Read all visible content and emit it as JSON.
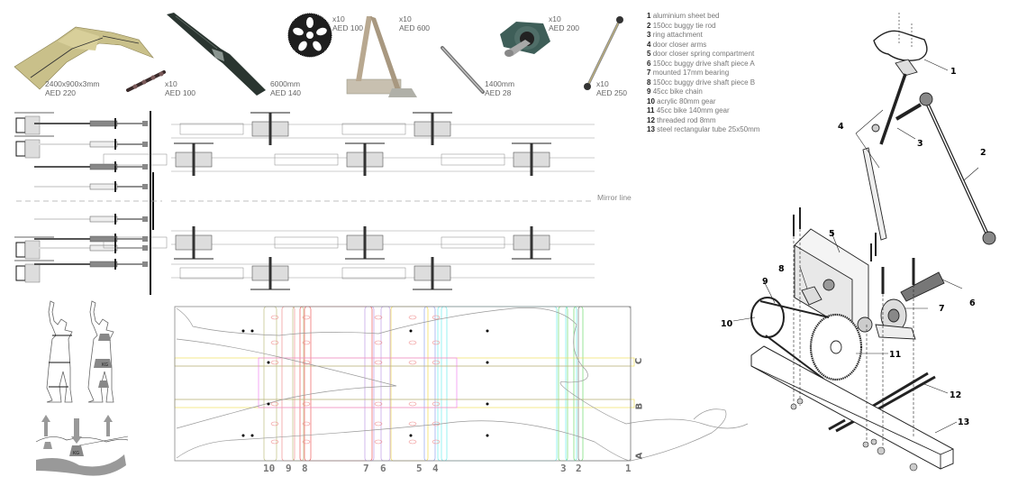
{
  "materials": [
    {
      "id": "aluminium-sheet",
      "line1": "2400x900x3mm",
      "line2": "AED 220"
    },
    {
      "id": "bike-chain",
      "line1": "x10",
      "line2": "AED 100"
    },
    {
      "id": "rectangular-tube",
      "line1": "6000mm",
      "line2": "AED 140"
    },
    {
      "id": "sprocket-gear",
      "line1": "x10",
      "line2": "AED 100"
    },
    {
      "id": "door-closer",
      "line1": "x10",
      "line2": "AED 600"
    },
    {
      "id": "threaded-rod",
      "line1": "1400mm",
      "line2": "AED 28"
    },
    {
      "id": "mounted-bearing",
      "line1": "x10",
      "line2": "AED 200"
    },
    {
      "id": "tie-rod",
      "line1": "x10",
      "line2": "AED 250"
    }
  ],
  "legend": [
    {
      "num": "1",
      "text": "aluminium sheet bed"
    },
    {
      "num": "2",
      "text": "150cc buggy tie rod"
    },
    {
      "num": "3",
      "text": "ring attachment"
    },
    {
      "num": "4",
      "text": "door closer arms"
    },
    {
      "num": "5",
      "text": "door closer spring compartment"
    },
    {
      "num": "6",
      "text": "150cc buggy drive shaft piece A"
    },
    {
      "num": "7",
      "text": "mounted 17mm bearing"
    },
    {
      "num": "8",
      "text": "150cc buggy drive shaft piece B"
    },
    {
      "num": "9",
      "text": "45cc bike chain"
    },
    {
      "num": "10",
      "text": "acrylic 80mm gear"
    },
    {
      "num": "11",
      "text": "45cc bike 140mm gear"
    },
    {
      "num": "12",
      "text": "threaded rod 8mm"
    },
    {
      "num": "13",
      "text": "steel rectangular tube 25x50mm"
    }
  ],
  "plan": {
    "mirror_label": "Mirror line"
  },
  "body_figure": {
    "weight_label": "KG"
  },
  "cut_sheet": {
    "strip_numbers": [
      "10",
      "9",
      "8",
      "7",
      "6",
      "5",
      "4",
      "3",
      "2",
      "1"
    ],
    "row_letters": [
      "C",
      "B",
      "A"
    ],
    "strip_colors": {
      "gray": "#888888",
      "olive": "#c8c890",
      "salmon": "#f4a0a0",
      "red": "#f07070",
      "violet": "#c8a8e8",
      "yellow": "#f4e060",
      "blue": "#a0b0f0",
      "cyan": "#80f0f0",
      "green": "#80e080",
      "magenta": "#f070f0"
    }
  },
  "exploded_view": {
    "callouts": [
      "1",
      "2",
      "3",
      "4",
      "5",
      "6",
      "7",
      "8",
      "9",
      "10",
      "11",
      "12",
      "13"
    ]
  }
}
